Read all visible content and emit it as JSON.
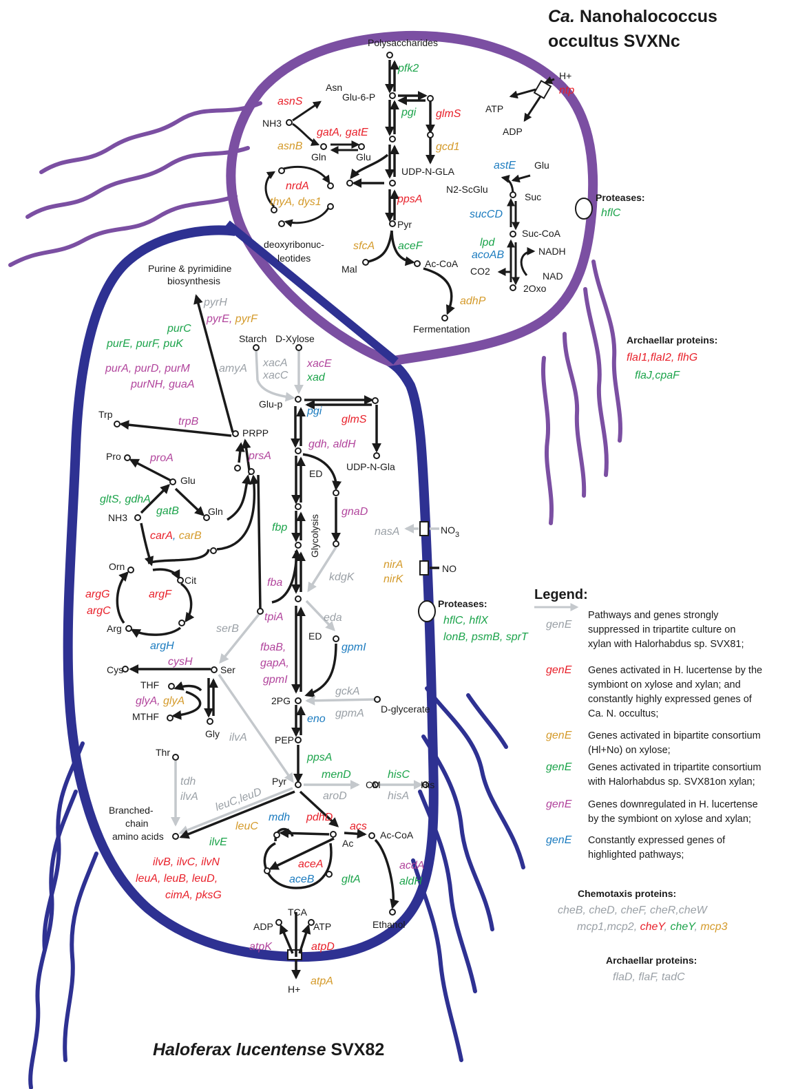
{
  "colors": {
    "nanohalo_membrane": "#7b4fa2",
    "haloferax_membrane": "#2e3192",
    "arrow": "#1a1a1a",
    "suppressed": "#9aa0a6",
    "activated_by_symbiont": "#e8202a",
    "bipartite_xylose": "#d49a2a",
    "tripartite_xylan": "#1ba34a",
    "downregulated": "#b1449c",
    "constant": "#1b7bbf"
  },
  "titles": {
    "nanohalo_prefix": "Ca.",
    "nanohalo_line1": " Nanohalococcus",
    "nanohalo_line2": "occultus SVXNc",
    "haloferax_italic": "Haloferax lucentense",
    "haloferax_strain": " SVX82"
  },
  "nanohalo": {
    "metabolites": {
      "polysacch": "Polysaccharides",
      "asn": "Asn",
      "glu6p": "Glu-6-P",
      "nh3": "NH3",
      "gln": "Gln",
      "glu": "Glu",
      "udpngla": "UDP-N-GLA",
      "deoxy1": "deoxyribonuc-",
      "deoxy2": "leotides",
      "pyr": "Pyr",
      "mal": "Mal",
      "accoa": "Ac-CoA",
      "fermentation": "Fermentation",
      "hplus": "H+",
      "atp": "ATP",
      "adp": "ADP",
      "n2scglu": "N2-ScGlu",
      "glu2": "Glu",
      "suc": "Suc",
      "succoa": "Suc-CoA",
      "nadh": "NADH",
      "co2": "CO2",
      "nad": "NAD",
      "oxo": "2Oxo"
    },
    "genes": {
      "pfk2": "pfk2",
      "asnS": "asnS",
      "pgi": "pgi",
      "glmS": "glmS",
      "gatAE": "gatA, gatE",
      "asnB": "asnB",
      "gcd1": "gcd1",
      "nrdA": "nrdA",
      "thyA": "thyA, dys1",
      "ppsA": "ppsA",
      "sfcA": "sfcA",
      "aceF": "aceF",
      "adhP": "adhP",
      "ntp": "ntp",
      "astE": "astE",
      "sucCD": "sucCD",
      "lpd": "lpd",
      "acoAB": "acoAB"
    },
    "proteases_header": "Proteases:",
    "proteases": "hflC",
    "archaellar_header": "Archaellar proteins:",
    "archaellar_red": "flaI1,flaI2, flhG",
    "archaellar_green": "flaJ,cpaF"
  },
  "haloferax": {
    "metabolites": {
      "purine1": "Purine & pyrimidine",
      "purine2": "biosynthesis",
      "starch": "Starch",
      "dxylose": "D-Xylose",
      "glup": "Glu-p",
      "udpngla": "UDP-N-Gla",
      "trp": "Trp",
      "prpp": "PRPP",
      "pro": "Pro",
      "glu": "Glu",
      "nh3": "NH3",
      "gln": "Gln",
      "ed": "ED",
      "glycolysis": "Glycolysis",
      "orn": "Orn",
      "cit": "Cit",
      "arg": "Arg",
      "ed2": "ED",
      "cys": "Cys",
      "ser": "Ser",
      "thf": "THF",
      "mthf": "MTHF",
      "gly": "Gly",
      "twopg": "2PG",
      "dglycerate": "D-glycerate",
      "pep": "PEP",
      "thr": "Thr",
      "pyr": "Pyr",
      "cm": "CM",
      "his": "His",
      "branched1": "Branched-",
      "branched2": "chain",
      "branched3": "amino acids",
      "ac": "Ac",
      "accoa": "Ac-CoA",
      "ethanol": "Ethanol",
      "tca": "TCA",
      "adp": "ADP",
      "atp": "ATP",
      "hplus": "H+",
      "no3": "NO",
      "no3sub": "3",
      "no": "NO"
    },
    "genes": {
      "pyrH": "pyrH",
      "pyrE": "pyrE, ",
      "pyrF": "pyrF",
      "purC": "purC",
      "purE": "purE, purF, puK",
      "purA": "purA, purD, purM",
      "purNH": "purNH, guaA",
      "amyA": "amyA",
      "xacA": "xacA",
      "xacC": "xacC",
      "xacE": "xacE",
      "xad": "xad",
      "pgi": "pgi",
      "glmS": "glmS",
      "trpB": "trpB",
      "gdh": "gdh, aldH",
      "prsA": "prsA",
      "proA": "proA",
      "gltS": "gltS, gdhA",
      "gatB": "gatB",
      "gnaD": "gnaD",
      "carA": "carA",
      "carComma": ", ",
      "carB": "carB",
      "fbp": "fbp",
      "nasA": "nasA",
      "nirA": "nirA",
      "nirK": "nirK",
      "kdgK": "kdgK",
      "fba": "fba",
      "argG": "argG",
      "argF": "argF",
      "argC": "argC",
      "tpiA": "tpiA",
      "eda": "eda",
      "serB": "serB",
      "argH": "argH",
      "gpmI": "gpmI",
      "fbaB": "fbaB,",
      "gapA": "gapA,",
      "gpmI2": "gpmI",
      "cysH": "cysH",
      "glyA1": "glyA, ",
      "glyA2": "glyA",
      "gckA": "gckA",
      "gpmA": "gpmA",
      "eno": "eno",
      "ilvA": "ilvA",
      "ppsA": "ppsA",
      "tdh": "tdh",
      "ilvA2": "ilvA",
      "leuCD": "leuC,leuD",
      "menD": "menD",
      "hisC": "hisC",
      "aroD": "aroD",
      "hisA": "hisA",
      "mdh": "mdh",
      "pdhD": "pdhD",
      "acs": "acs",
      "ilvE": "ilvE",
      "leuC": "leuC",
      "aceA": "aceA",
      "aceB": "aceB",
      "gltA": "gltA",
      "acdA": "acdA",
      "aldH": "aldH",
      "ilvB": "ilvB, ilvC, ilvN",
      "leuA": "leuA, leuB, leuD,",
      "cimA": "cimA, pksG",
      "atpK": "atpK",
      "atpD": "atpD",
      "atpA": "atpA"
    },
    "proteases_header": "Proteases:",
    "proteases_line1": "hflC, hflX",
    "proteases_line2": "lonB, psmB, sprT"
  },
  "legend": {
    "title": "Legend:",
    "gene_label": "genE",
    "entries": [
      {
        "color": "#9aa0a6",
        "lines": [
          "Pathways  and genes strongly",
          "suppressed  in tripartite culture  on",
          "xylan with Halorhabdus sp. SVX81;"
        ]
      },
      {
        "color": "#e8202a",
        "lines": [
          "Genes activated  in H. lucertense by the",
          "symbiont on xylose and xylan; and",
          "constantly highly expressed genes of",
          "Ca. N. occultus;"
        ]
      },
      {
        "color": "#d49a2a",
        "lines": [
          "Genes activated in bipartite consortium",
          "(Hl+No) on xylose;"
        ]
      },
      {
        "color": "#1ba34a",
        "lines": [
          "Genes activated in tripartite consortium",
          "with Halorhabdus sp. SVX81on xylan;"
        ]
      },
      {
        "color": "#b1449c",
        "lines": [
          "Genes downregulated in H. lucertense",
          "by the symbiont on xylose and xylan;"
        ]
      },
      {
        "color": "#1b7bbf",
        "lines": [
          "Constantly expressed genes of",
          "highlighted pathways;"
        ]
      }
    ]
  },
  "chemotaxis": {
    "header": "Chemotaxis proteins:",
    "line1": "cheB, cheD, cheF, cheR,cheW",
    "line2_gray": "mcp1,mcp2, ",
    "line2_red": "cheY",
    "line2_sep": ", ",
    "line2_green": "cheY",
    "line2_sep2": ", ",
    "line2_orange": "mcp3"
  },
  "archaellar_h": {
    "header": "Archaellar proteins:",
    "genes": "flaD,  flaF, tadC"
  }
}
